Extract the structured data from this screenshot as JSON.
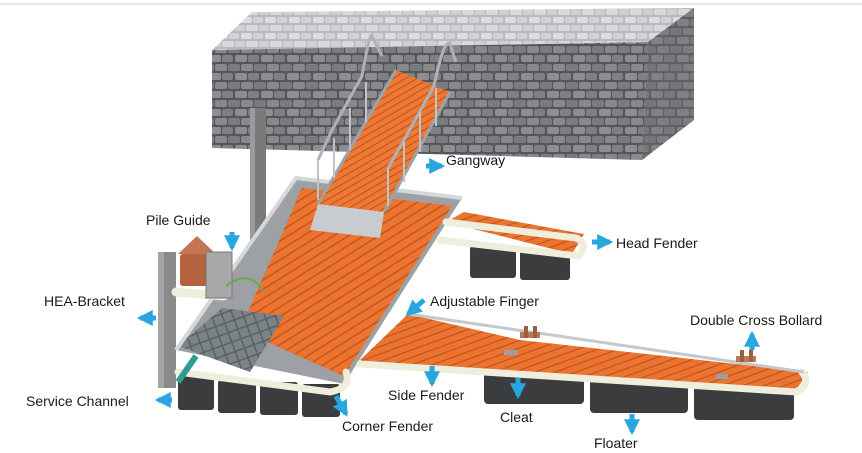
{
  "diagram": {
    "labels": {
      "gangway": "Gangway",
      "pile_guide": "Pile Guide",
      "head_fender": "Head Fender",
      "hea_bracket": "HEA-Bracket",
      "adjustable_finger": "Adjustable Finger",
      "double_cross_bollard": "Double Cross Bollard",
      "service_channel": "Service Channel",
      "side_fender": "Side Fender",
      "cleat": "Cleat",
      "corner_fender": "Corner Fender",
      "floater": "Floater"
    },
    "colors": {
      "arrow": "#2aa6df",
      "deck": "#e8702c",
      "deck_dark": "#c9561c",
      "frame": "#b9bcc0",
      "fender": "#f1eedd",
      "floater": "#3b3c3e",
      "stone": "#c7c8ca",
      "pile": "#757575",
      "pile_guide": "#b5623e"
    }
  }
}
